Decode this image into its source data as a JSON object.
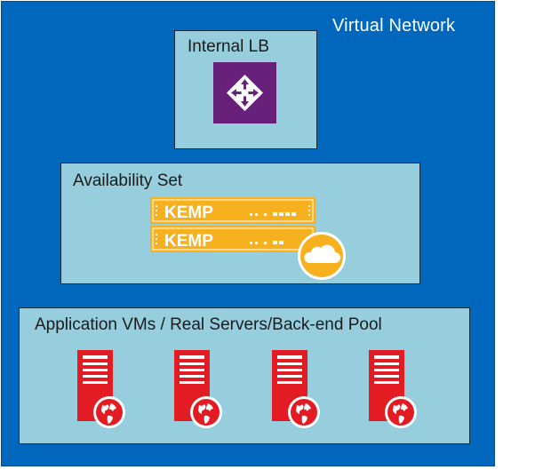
{
  "virtual_network": {
    "title": "Virtual Network",
    "color": "#0067bd"
  },
  "internal_lb": {
    "label": "Internal LB",
    "icon": "load-balancer-icon",
    "icon_color": "#68217a"
  },
  "availability_set": {
    "label": "Availability Set",
    "appliance_brand": "KEMP",
    "appliance_color": "#f7b01e",
    "appliance_count": 2,
    "badge_icon": "cloud-icon"
  },
  "backend_pool": {
    "label": "Application VMs / Real Servers/Back-end Pool",
    "server_icon": "web-server-icon",
    "server_color": "#e31b23",
    "server_count": 4
  },
  "box_fill_color": "#96cede"
}
